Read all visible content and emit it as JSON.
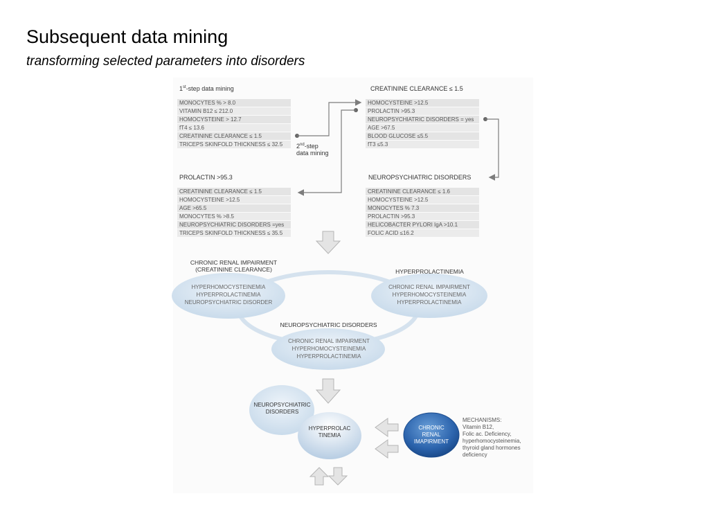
{
  "title": "Subsequent data mining",
  "subtitle": "transforming selected parameters into disorders",
  "colors": {
    "accent_blue": "#2e6fb8",
    "ellipse_fill": "#d6e4f0",
    "row_fill": "#e8e8e8",
    "arrow_gray": "#7d7d7d"
  },
  "step1": {
    "header_prefix": "1",
    "header_sup": "st",
    "header_suffix": "-step data mining",
    "rows": [
      "MONOCYTES % > 8.0",
      "VITAMIN B12 ≤ 212.0",
      "HOMOCYSTEINE > 12.7",
      "fT4 ≤ 13.6",
      "CREATININE CLEARANCE ≤ 1.5",
      "TRICEPS SKINFOLD THICKNESS ≤ 32.5"
    ]
  },
  "step2_label": {
    "prefix": "2",
    "sup": "nd",
    "suffix": "-step",
    "line2": "data mining"
  },
  "creatinine_box": {
    "header": "CREATININE CLEARANCE ≤ 1.5",
    "rows": [
      "HOMOCYSTEINE  >12.5",
      "PROLACTIN >95.3",
      "NEUROPSYCHIATRIC DISORDERS = yes",
      "AGE >67.5",
      "BLOOD GLUCOSE ≤5.5",
      "fT3 ≤5.3"
    ]
  },
  "prolactin_box": {
    "header": "PROLACTIN >95.3",
    "rows": [
      "CREATININE CLEARANCE ≤ 1.5",
      "HOMOCYSTEINE >12.5",
      "AGE >65.5",
      "MONOCYTES % >8.5",
      "NEUROPSYCHIATRIC DISORDERS =yes",
      "TRICEPS SKINFOLD THICKNESS ≤ 35.5"
    ]
  },
  "neuro_box": {
    "header": "NEUROPSYCHIATRIC DISORDERS",
    "rows": [
      "CREATININE CLEARANCE ≤ 1.6",
      "HOMOCYSTEINE >12.5",
      "MONOCYTES % 7.3",
      "PROLACTIN >95.3",
      "HELICOBACTER PYLORI IgA >10.1",
      "FOLIC ACID ≤16.2"
    ]
  },
  "ellipses": {
    "left": {
      "title1": "CHRONIC RENAL IMPAIRMENT",
      "title2": "(CREATININE CLEARANCE)",
      "lines": [
        "HYPERHOMOCYSTEINEMIA",
        "HYPERPROLACTINEMIA",
        "NEUROPSYCHIATRIC  DISORDER"
      ]
    },
    "right": {
      "title1": "HYPERPROLACTINEMIA",
      "lines": [
        "CHRONIC  RENAL  IMPAIRMENT",
        "HYPERHOMOCYSTEINEMIA",
        "HYPERPROLACTINEMIA"
      ]
    },
    "bottom": {
      "title1": "NEUROPSYCHIATRIC  DISORDERS",
      "lines": [
        "CHRONIC  RENAL  IMPAIRMENT",
        "HYPERHOMOCYSTEINEMIA",
        "HYPERPROLACTINEMIA"
      ]
    }
  },
  "bubbles": {
    "neuro": {
      "line1": "NEUROPSYCHIATRIC",
      "line2": "DISORDERS"
    },
    "hyperprolac": {
      "line1": "HYPERPROLAC",
      "line2": "TINEMIA"
    },
    "chronic": {
      "line1": "CHRONIC",
      "line2": "RENAL",
      "line3": "IMAPIRMENT"
    }
  },
  "mechanisms": {
    "lines": [
      "MECHANISMS:",
      "Vitamin B12,",
      "Folic ac. Deficiency,",
      "hyperhomocysteinemia,",
      "thyroid gland hormones",
      "deficiency"
    ]
  }
}
